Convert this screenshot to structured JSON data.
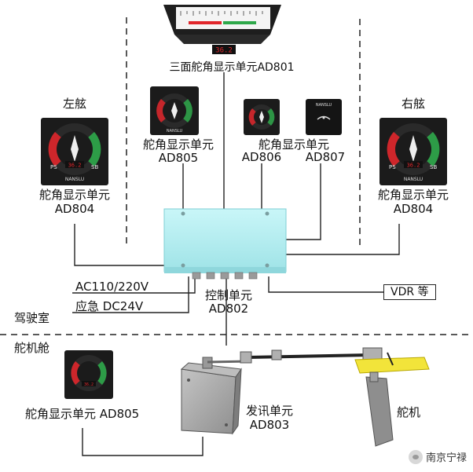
{
  "labels": {
    "top_unit": "三面舵角显示单元AD801",
    "port_side": "左舷",
    "starboard_side": "右舷",
    "port_display": [
      "舵角显示单元",
      "AD804"
    ],
    "starboard_display": [
      "舵角显示单元",
      "AD804"
    ],
    "ad805_top": [
      "舵角显示单元",
      "AD805"
    ],
    "ad806_807_title": "舵角显示单元",
    "ad806": "AD806",
    "ad807": "AD807",
    "ac_power": "AC110/220V",
    "dc_power": "应急  DC24V",
    "control_unit": [
      "控制单元",
      "AD802"
    ],
    "vdr": "VDR 等",
    "bridge": "驾驶室",
    "steering_room": "舵机舱",
    "ad805_bottom": "舵角显示单元  AD805",
    "transmitter": [
      "发讯单元",
      "AD803"
    ],
    "steering_gear": "舵机",
    "watermark": "南京宁禄"
  },
  "panel_texts": {
    "brand": "NANSLU",
    "digital_readout": "36.2",
    "ps": "PS",
    "sb": "SB"
  },
  "colors": {
    "control_box": "#b8f0f2",
    "port_arc": "#e0262b",
    "starboard_arc": "#2ea84a",
    "panel": "#1b1b1b",
    "readout": "#e0262b",
    "transmitter": "#a9a9a9",
    "rudder": "#8e8e8e",
    "tiller": "#f2e43a"
  }
}
